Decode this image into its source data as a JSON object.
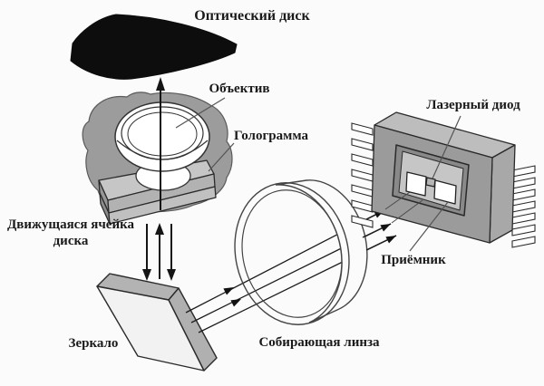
{
  "figure": {
    "type": "technical-diagram",
    "subject": "optical-disc-pickup-head",
    "labels": {
      "optical_disc": "Оптический диск",
      "objective_lens": "Объектив",
      "hologram": "Голограмма",
      "moving_disc_cell": "Движущаяся ячейка диска",
      "mirror": "Зеркало",
      "converging_lens": "Собирающая линза",
      "laser_diode": "Лазерный диод",
      "receiver": "Приёмник"
    },
    "colors": {
      "background": "#fbfbfb",
      "disc": "#0d0d0d",
      "outline": "#333333",
      "actuator_gray": "#9c9c9c",
      "slab_top_gray": "#c6c6c6",
      "chip_front_gray": "#9b9b9b",
      "chip_top_gray": "#bdbdbd",
      "recess_floor_gray": "#c6c6c6",
      "mirror_face": "#f2f2f2",
      "text": "#1a1a1a"
    }
  }
}
